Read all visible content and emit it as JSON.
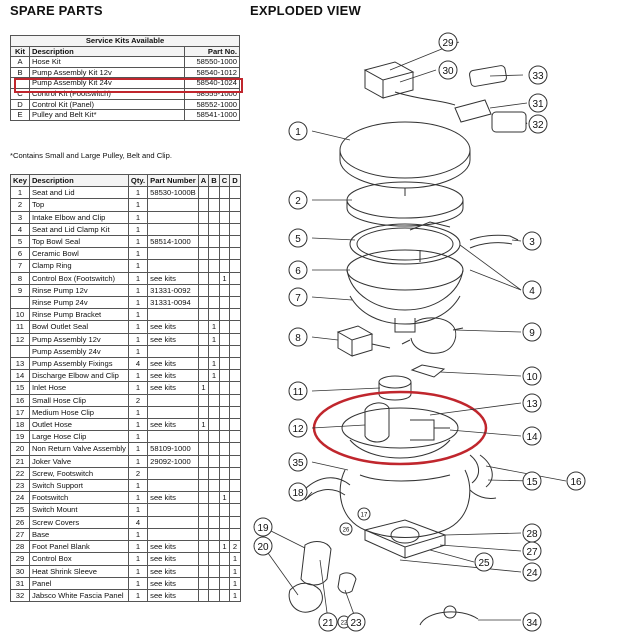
{
  "titles": {
    "spare_parts": "SPARE PARTS",
    "exploded_view": "EXPLODED VIEW"
  },
  "service_kits": {
    "caption": "Service Kits Available",
    "headers": [
      "Kit",
      "Description",
      "Part No."
    ],
    "rows": [
      [
        "A",
        "Hose Kit",
        "58550-1000"
      ],
      [
        "B",
        "Pump Assembly Kit 12v",
        "58540-1012"
      ],
      [
        "",
        "Pump Assembly Kit 24v",
        "58540-1024"
      ],
      [
        "C",
        "Control Kit (Footswitch)",
        "58555-1000"
      ],
      [
        "D",
        "Control Kit (Panel)",
        "58552-1000"
      ],
      [
        "E",
        "Pulley and Belt Kit*",
        "58541-1000"
      ]
    ],
    "footnote": "*Contains Small and Large Pulley, Belt and Clip."
  },
  "parts": {
    "headers": [
      "Key",
      "Description",
      "Qty.",
      "Part Number",
      "A",
      "B",
      "C",
      "D"
    ],
    "rows": [
      [
        "1",
        "Seat and Lid",
        "1",
        "58530-1000B",
        "",
        "",
        "",
        ""
      ],
      [
        "2",
        "Top",
        "1",
        "",
        "",
        "",
        "",
        ""
      ],
      [
        "3",
        "Intake Elbow and Clip",
        "1",
        "",
        "",
        "",
        "",
        ""
      ],
      [
        "4",
        "Seat and Lid Clamp Kit",
        "1",
        "",
        "",
        "",
        "",
        ""
      ],
      [
        "5",
        "Top Bowl Seal",
        "1",
        "58514-1000",
        "",
        "",
        "",
        ""
      ],
      [
        "6",
        "Ceramic Bowl",
        "1",
        "",
        "",
        "",
        "",
        ""
      ],
      [
        "7",
        "Clamp Ring",
        "1",
        "",
        "",
        "",
        "",
        ""
      ],
      [
        "8",
        "Control Box (Footswitch)",
        "1",
        "see kits",
        "",
        "",
        "1",
        ""
      ],
      [
        "9",
        "Rinse Pump 12v",
        "1",
        "31331-0092",
        "",
        "",
        "",
        ""
      ],
      [
        "",
        "Rinse Pump 24v",
        "1",
        "31331-0094",
        "",
        "",
        "",
        ""
      ],
      [
        "10",
        "Rinse Pump Bracket",
        "1",
        "",
        "",
        "",
        "",
        ""
      ],
      [
        "11",
        "Bowl Outlet Seal",
        "1",
        "see kits",
        "",
        "1",
        "",
        ""
      ],
      [
        "12",
        "Pump Assembly 12v",
        "1",
        "see kits",
        "",
        "1",
        "",
        ""
      ],
      [
        "",
        "Pump Assembly 24v",
        "1",
        "",
        "",
        "",
        "",
        ""
      ],
      [
        "13",
        "Pump Assembly Fixings",
        "4",
        "see kits",
        "",
        "1",
        "",
        ""
      ],
      [
        "14",
        "Discharge Elbow and Clip",
        "1",
        "see kits",
        "",
        "1",
        "",
        ""
      ],
      [
        "15",
        "Inlet Hose",
        "1",
        "see kits",
        "1",
        "",
        "",
        ""
      ],
      [
        "16",
        "Small Hose Clip",
        "2",
        "",
        "",
        "",
        "",
        ""
      ],
      [
        "17",
        "Medium Hose Clip",
        "1",
        "",
        "",
        "",
        "",
        ""
      ],
      [
        "18",
        "Outlet Hose",
        "1",
        "see kits",
        "1",
        "",
        "",
        ""
      ],
      [
        "19",
        "Large Hose Clip",
        "1",
        "",
        "",
        "",
        "",
        ""
      ],
      [
        "20",
        "Non Return Valve Assembly",
        "1",
        "58109-1000",
        "",
        "",
        "",
        ""
      ],
      [
        "21",
        "Joker Valve",
        "1",
        "29092-1000",
        "",
        "",
        "",
        ""
      ],
      [
        "22",
        "Screw, Footswitch",
        "2",
        "",
        "",
        "",
        "",
        ""
      ],
      [
        "23",
        "Switch Support",
        "1",
        "",
        "",
        "",
        "",
        ""
      ],
      [
        "24",
        "Footswitch",
        "1",
        "see kits",
        "",
        "",
        "1",
        ""
      ],
      [
        "25",
        "Switch Mount",
        "1",
        "",
        "",
        "",
        "",
        ""
      ],
      [
        "26",
        "Screw Covers",
        "4",
        "",
        "",
        "",
        "",
        ""
      ],
      [
        "27",
        "Base",
        "1",
        "",
        "",
        "",
        "",
        ""
      ],
      [
        "28",
        "Foot Panel Blank",
        "1",
        "see kits",
        "",
        "",
        "1",
        "2"
      ],
      [
        "29",
        "Control Box",
        "1",
        "see kits",
        "",
        "",
        "",
        "1"
      ],
      [
        "30",
        "Heat Shrink Sleeve",
        "1",
        "see kits",
        "",
        "",
        "",
        "1"
      ],
      [
        "31",
        "Panel",
        "1",
        "see kits",
        "",
        "",
        "",
        "1"
      ],
      [
        "32",
        "Jabsco White Fascia Panel",
        "1",
        "see kits",
        "",
        "",
        "",
        "1"
      ]
    ]
  },
  "callouts": [
    "1",
    "2",
    "3",
    "4",
    "5",
    "6",
    "7",
    "8",
    "9",
    "10",
    "11",
    "12",
    "13",
    "14",
    "15",
    "16",
    "17",
    "18",
    "19",
    "20",
    "21",
    "22",
    "23",
    "24",
    "25",
    "26",
    "27",
    "28",
    "29",
    "30",
    "31",
    "32",
    "33",
    "34",
    "35"
  ],
  "colors": {
    "highlight": "#c0262d"
  }
}
